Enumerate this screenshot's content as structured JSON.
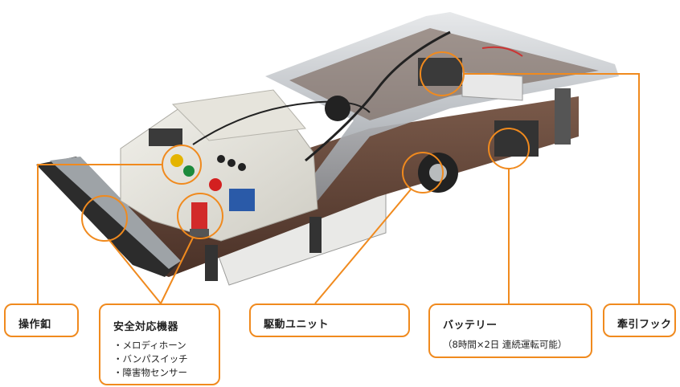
{
  "accent_color": "#f08a1e",
  "labels": {
    "operation_panel": {
      "title": "操作釦"
    },
    "safety_devices": {
      "title": "安全対応機器",
      "items": [
        "・メロディホーン",
        "・バンパスイッチ",
        "・障害物センサー"
      ]
    },
    "drive_unit": {
      "title": "駆動ユニット"
    },
    "battery": {
      "title": "バッテリー",
      "note": "（8時間×2日 連続運転可能）"
    },
    "tow_hook": {
      "title": "牽引フック"
    }
  },
  "icons": {
    "highlight": "highlight-ring-icon",
    "stack_light": "stack-light-icon",
    "button": "push-button-icon"
  }
}
